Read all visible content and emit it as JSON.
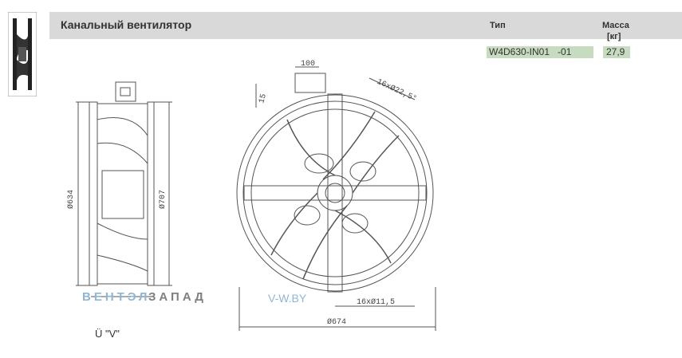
{
  "header": {
    "title": "Канальный вентилятор",
    "type_label": "Тип",
    "mass_label": "Масса",
    "mass_unit": "[кг]"
  },
  "product": {
    "type_value": "W4D630-IN01   -01",
    "mass_value": "27,9"
  },
  "dimensions": {
    "side_inner_dia": "Ø634",
    "side_outer_dia": "Ø707",
    "front_top_small": "100",
    "front_top_left": "15",
    "front_top_right": "16xØ22,5°",
    "front_bottom_holes": "16xØ11,5",
    "front_outer_dia": "Ø674"
  },
  "watermark": {
    "part_a": "ВЕНТЭЛ",
    "part_b": "ЗАПАД",
    "part_c": "V-W.BY"
  },
  "view_label": "Ü \"V\"",
  "colors": {
    "header_bg": "#d9d9d9",
    "value_bg": "#c6dbbf",
    "watermark_blue": "#8fb6d3",
    "watermark_gray": "#7f7f7f"
  },
  "icons": [
    "fan-thumbnail-icon"
  ]
}
